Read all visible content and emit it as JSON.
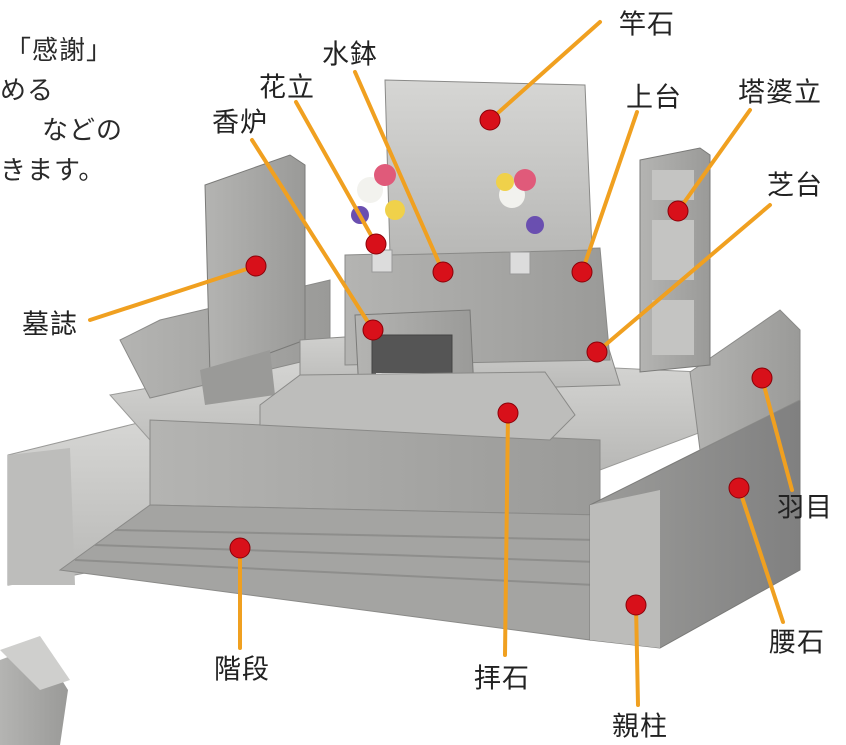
{
  "intro_text_fragments": [
    "「感謝」",
    "める",
    "などの",
    "きます。"
  ],
  "colors": {
    "leader_line": "#f0a020",
    "marker": "#d8101a",
    "granite_light": "#c9c9c7",
    "granite_mid": "#a9a9a7",
    "granite_dark": "#8a8a88"
  },
  "parts": [
    {
      "id": "saoishi",
      "label": "竿石"
    },
    {
      "id": "mizubachi",
      "label": "水鉢"
    },
    {
      "id": "hanatate",
      "label": "花立"
    },
    {
      "id": "kouro",
      "label": "香炉"
    },
    {
      "id": "joudai",
      "label": "上台"
    },
    {
      "id": "toubadate",
      "label": "塔婆立"
    },
    {
      "id": "shibadai",
      "label": "芝台"
    },
    {
      "id": "boshi",
      "label": "墓誌"
    },
    {
      "id": "hame",
      "label": "羽目"
    },
    {
      "id": "koshiishi",
      "label": "腰石"
    },
    {
      "id": "kaidan",
      "label": "階段"
    },
    {
      "id": "haiseki",
      "label": "拝石"
    },
    {
      "id": "oyabashira",
      "label": "親柱"
    }
  ]
}
